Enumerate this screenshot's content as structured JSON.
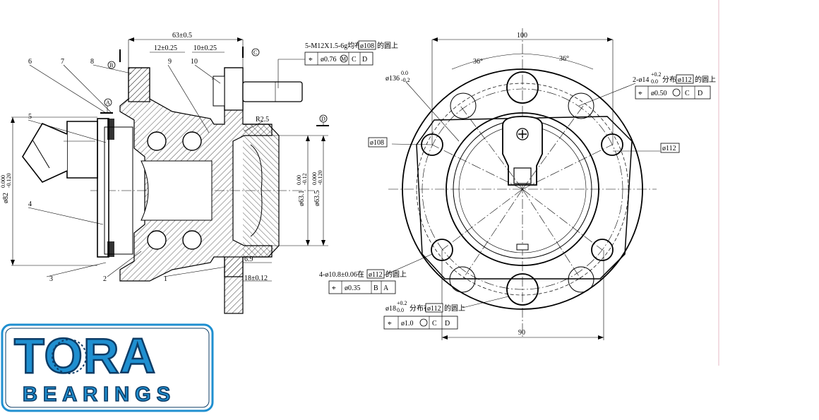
{
  "side_view": {
    "dims": {
      "overall_width": "63±0.5",
      "width_12": "12±0.25",
      "width_10": "10±0.25",
      "dia_82": "ø82",
      "dia_82_tol_upper": "0.000",
      "dia_82_tol_lower": "-0.120",
      "dia_63_1": "ø63.1",
      "dia_63_1_tol_upper": "0.00",
      "dia_63_1_tol_lower": "-0.12",
      "dia_63_5": "ø63.5",
      "dia_63_5_tol_upper": "0.000",
      "dia_63_5_tol_lower": "-0.120",
      "radius": "R2.5",
      "flange_6_9": "6.9",
      "flange_18": "18±0.12"
    },
    "datums": {
      "A": "A",
      "B": "B",
      "C": "C",
      "D": "D"
    },
    "part_numbers": [
      "1",
      "2",
      "3",
      "4",
      "5",
      "6",
      "7",
      "8",
      "9",
      "10"
    ]
  },
  "front_view": {
    "dim_100": "100",
    "dim_90": "90",
    "angle_a": "36°",
    "angle_b": "36°",
    "dia_136": "ø136",
    "dia_136_tol_upper": "0.0",
    "dia_136_tol_lower": "-0.2",
    "dia_108": "ø108",
    "dia_112": "ø112"
  },
  "callouts": {
    "bolts_text": "5-M12X1.5-6g均布在",
    "bolts_circle": "ø108",
    "bolts_suffix": "的圆上",
    "bolts_tol": "ø0.76",
    "bolts_m": "M",
    "bolts_datum1": "C",
    "bolts_datum2": "D",
    "holes14_text": "2-ø14",
    "holes14_tol_upper": "+0.2",
    "holes14_tol_lower": "0.0",
    "holes14_mid": "分布在",
    "holes14_circle": "ø112",
    "holes14_suffix": "的圆上",
    "holes14_tol": "ø0.50",
    "holes14_datum1": "C",
    "holes14_datum2": "D",
    "holes10_text": "4-ø10.8±0.06在",
    "holes10_circle": "ø112",
    "holes10_suffix": "的圆上",
    "holes10_tol": "ø0.35",
    "holes10_datum1": "B",
    "holes10_datum2": "A",
    "holes18_text": "ø18",
    "holes18_tol_upper": "+0.2",
    "holes18_tol_lower": "0.0",
    "holes18_mid": "分布在",
    "holes18_circle": "ø112",
    "holes18_suffix": "的圆上",
    "holes18_tol": "ø1.0",
    "holes18_datum1": "C",
    "holes18_datum2": "D"
  },
  "logo": {
    "brand_top": "TORA",
    "brand_bottom": "BEARINGS",
    "brand_color": "#1f8fd0",
    "outline_color": "#0d3c66"
  }
}
